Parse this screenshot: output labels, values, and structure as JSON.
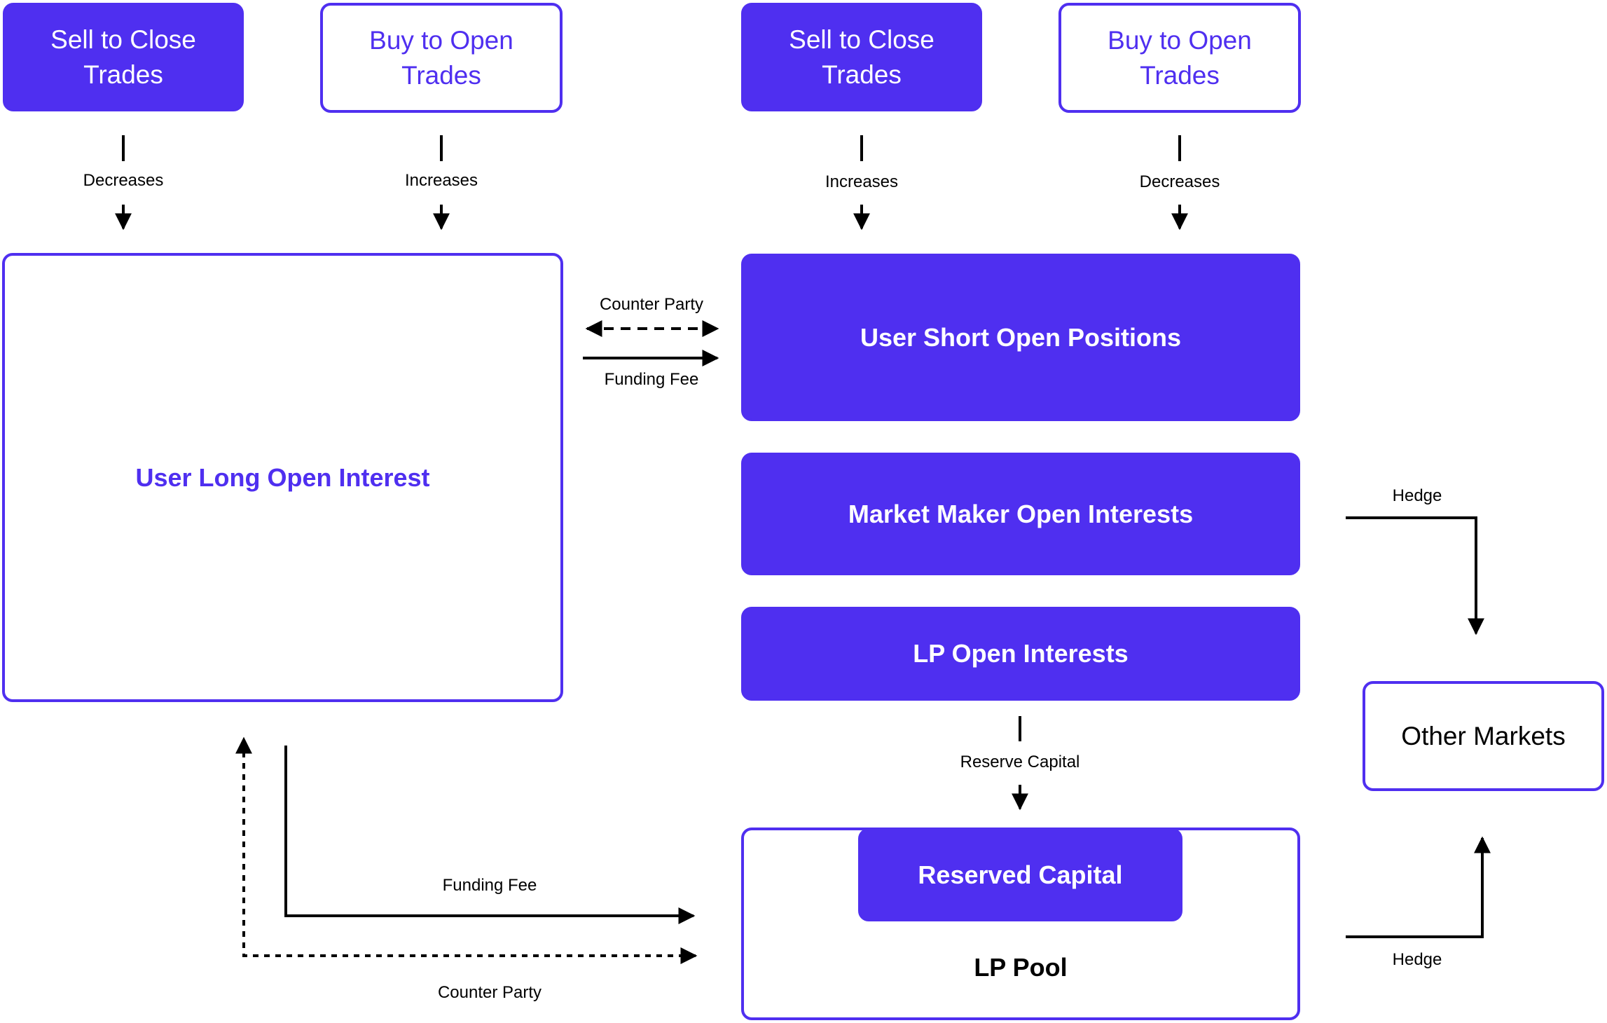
{
  "colors": {
    "accent": "#4f2ff0",
    "text": "#000000",
    "background": "#ffffff"
  },
  "top_boxes": [
    {
      "text": "Sell to Close\nTrades",
      "style": "filled"
    },
    {
      "text": "Buy to Open\nTrades",
      "style": "outline"
    },
    {
      "text": "Sell to Close\nTrades",
      "style": "filled"
    },
    {
      "text": "Buy to Open\nTrades",
      "style": "outline"
    }
  ],
  "top_labels": [
    "Decreases",
    "Increases",
    "Increases",
    "Decreases"
  ],
  "user_long": "User Long Open Interest",
  "user_short": "User Short Open Positions",
  "market_maker": "Market Maker Open Interests",
  "lp_open": "LP Open Interests",
  "reserved_capital": "Reserved Capital",
  "lp_pool": "LP Pool",
  "other_markets": "Other Markets",
  "edge_labels": {
    "counter_party_top": "Counter Party",
    "funding_fee_top": "Funding Fee",
    "reserve_capital": "Reserve Capital",
    "funding_fee_bottom": "Funding Fee",
    "counter_party_bottom": "Counter Party",
    "hedge_top": "Hedge",
    "hedge_bottom": "Hedge"
  }
}
